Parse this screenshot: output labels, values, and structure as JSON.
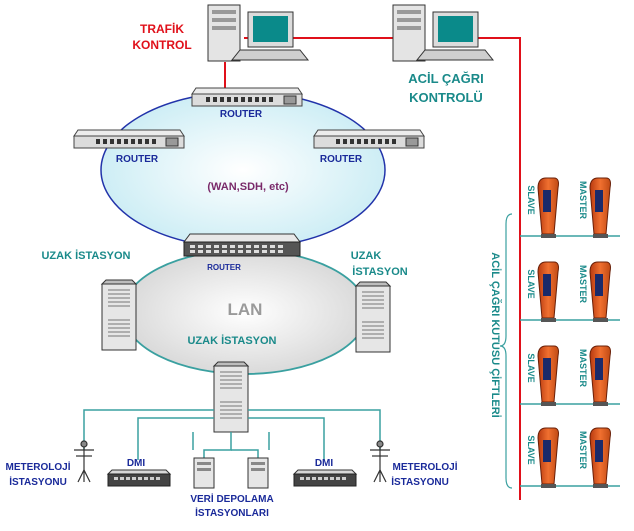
{
  "labels": {
    "traffic_control_1": "TRAFİK",
    "traffic_control_2": "KONTROL",
    "emergency_control_1": "ACİL ÇAĞRI",
    "emergency_control_2": "KONTROLÜ",
    "router_top": "ROUTER",
    "router_left": "ROUTER",
    "router_right": "ROUTER",
    "router_lan": "ROUTER",
    "wan": "(WAN,SDH, etc)",
    "lan": "LAN",
    "remote_left": "UZAK İSTASYON",
    "remote_right_1": "UZAK",
    "remote_right_2": "İSTASYON",
    "remote_center": "UZAK İSTASYON",
    "dmi_left": "DMI",
    "dmi_right": "DMI",
    "met_left_1": "METEROLOJİ",
    "met_left_2": "İSTASYONU",
    "met_right_1": "METEROLOJİ",
    "met_right_2": "İSTASYONU",
    "storage_1": "VERİ DEPOLAMA",
    "storage_2": "İSTASYONLARI",
    "box_pairs": "ACİL ÇAĞRI KUTUSU ÇİFTLERİ",
    "slave": "SLAVE",
    "master": "MASTER"
  },
  "colors": {
    "red_label": "#e0101a",
    "teal_label": "#1a8a8a",
    "navy_label": "#1a2a9a",
    "purple_label": "#7a2a6a",
    "red_line": "#e0101a",
    "teal_line": "#3aa0a0",
    "box_orange": "#e05a1a"
  },
  "icons": {
    "workstation": "computer-icon",
    "router": "router-icon",
    "server": "server-rack-icon",
    "weather_station": "weather-station-icon",
    "emergency_box": "emergency-call-box-icon"
  }
}
